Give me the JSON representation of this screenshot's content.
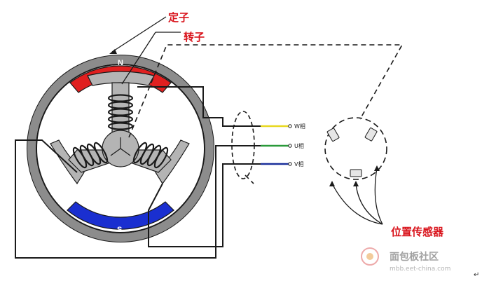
{
  "labels": {
    "stator": "定子",
    "rotor": "转子",
    "north_pole": "N",
    "south_pole": "S",
    "phase_w": "W相",
    "phase_u": "U相",
    "phase_v": "V相",
    "position_sensor": "位置传感器"
  },
  "watermark": {
    "brand": "面包板社区",
    "url": "mbb.eet-china.com"
  },
  "corner_mark": "↵",
  "colors": {
    "stator_ring": "#8c8c8c",
    "north_pole": "#e02020",
    "south_pole": "#1a2fd0",
    "rotor": "#b4b4b4",
    "label_red": "#d9141c",
    "lead_w": "#e8d820",
    "lead_u": "#2a9a3a",
    "lead_v": "#1a2f9a"
  }
}
